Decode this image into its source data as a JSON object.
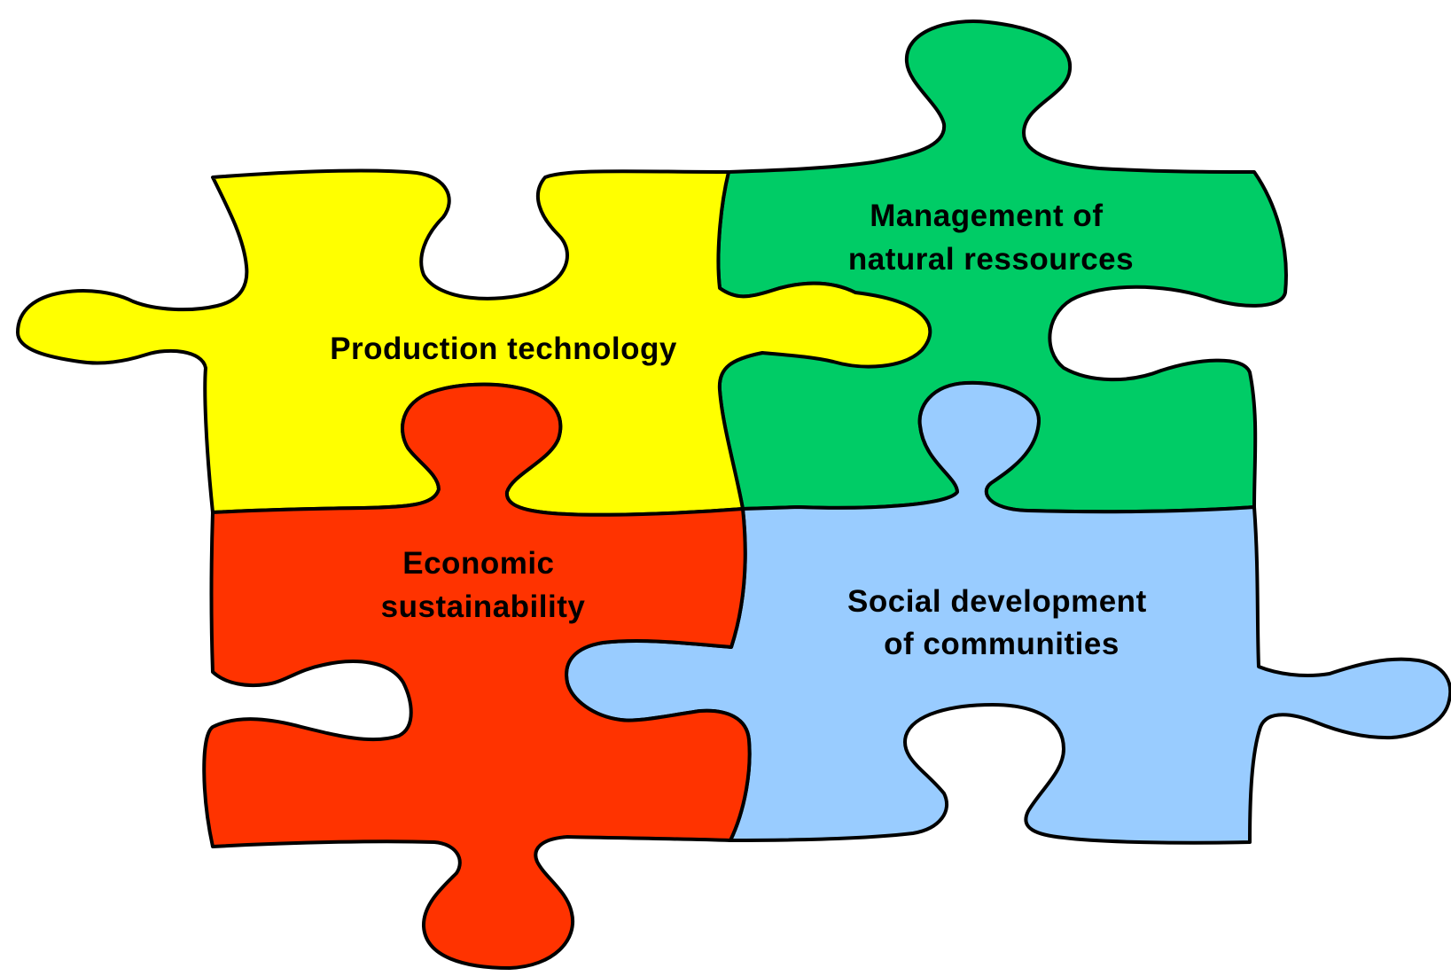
{
  "title": {
    "text": "",
    "color": "#1aa6a6"
  },
  "pieces": {
    "production": {
      "label": "Production technology",
      "color": "#ffff00"
    },
    "management": {
      "line1": "Management of",
      "line2": "natural ressources",
      "color": "#00cc66"
    },
    "economic": {
      "line1": "Economic",
      "line2": "sustainability",
      "color": "#ff3300"
    },
    "social": {
      "line1": "Social development",
      "line2": "of communities",
      "color": "#99ccff"
    }
  }
}
